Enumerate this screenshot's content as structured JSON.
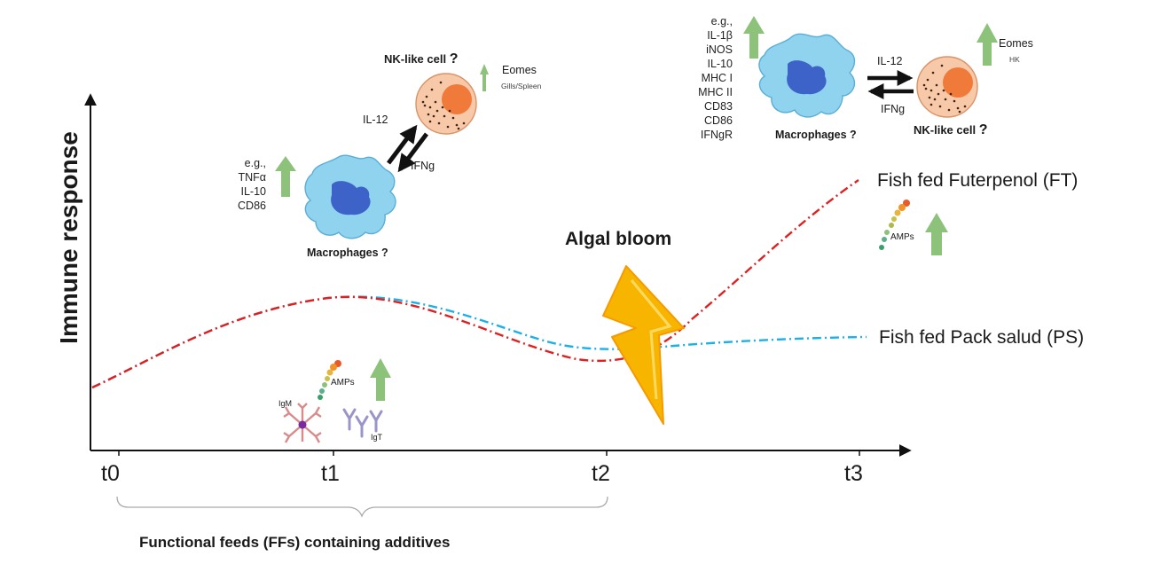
{
  "axis": {
    "ylabel": "Immune response",
    "ticks": [
      "t0",
      "t1",
      "t2",
      "t3"
    ],
    "bracket_label": "Functional feeds (FFs) containing additives"
  },
  "event": {
    "label": "Algal bloom",
    "icon": "lightning-bolt-icon",
    "color": "#f7b500"
  },
  "series": [
    {
      "name": "Fish fed Futerpenol (FT)",
      "color": "#e02020",
      "style": "dash-dot"
    },
    {
      "name": "Fish fed Pack salud (PS)",
      "color": "#1ab0e8",
      "style": "dash-dot"
    }
  ],
  "t1_panel": {
    "eg": "e.g.,",
    "markers": [
      "TNFα",
      "IL-10",
      "CD86"
    ],
    "macrophage_label": "Macrophages ?",
    "nk_label": "NK-like cell",
    "nk_q": "?",
    "il12": "IL-12",
    "ifng": "IFNg",
    "eomes": "Eomes",
    "eomes_sub": "Gills/Spleen",
    "amps": "AMPs",
    "igm": "IgM",
    "igt": "IgT"
  },
  "t3_panel": {
    "eg": "e.g.,",
    "markers": [
      "IL-1β",
      "iNOS",
      "IL-10",
      "MHC I",
      "MHC II",
      "CD83",
      "CD86",
      "IFNgR"
    ],
    "macrophage_label": "Macrophages ?",
    "nk_label": "NK-like cell",
    "nk_q": "?",
    "il12": "IL-12",
    "ifng": "IFNg",
    "eomes": "Eomes",
    "eomes_sub": "HK",
    "amps": "AMPs"
  },
  "colors": {
    "up_arrow": "#8cc27a",
    "macrophage": "#8fd3ef",
    "nucleus": "#3d63c9",
    "nk_cell": "#f8c9a8",
    "nk_nucleus": "#f07a3a"
  }
}
